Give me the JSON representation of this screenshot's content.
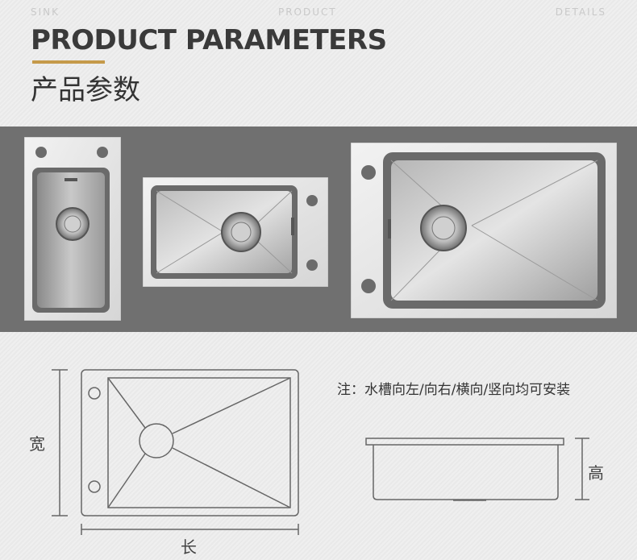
{
  "header": {
    "banner_words": [
      "SINK",
      "PRODUCT",
      "DETAILS"
    ],
    "title_en": "PRODUCT PARAMETERS",
    "title_cn": "产品参数"
  },
  "gallery": {
    "images": [
      {
        "name": "small-sink-photo"
      },
      {
        "name": "medium-sink-photo"
      },
      {
        "name": "large-sink-photo"
      }
    ]
  },
  "diagram": {
    "note": "注：水槽向左/向右/横向/竖向均可安装",
    "width_label": "宽",
    "length_label": "长",
    "height_label": "高"
  },
  "colors": {
    "accent": "#c59a4a",
    "gallery_bg": "#707070",
    "line": "#666666"
  }
}
